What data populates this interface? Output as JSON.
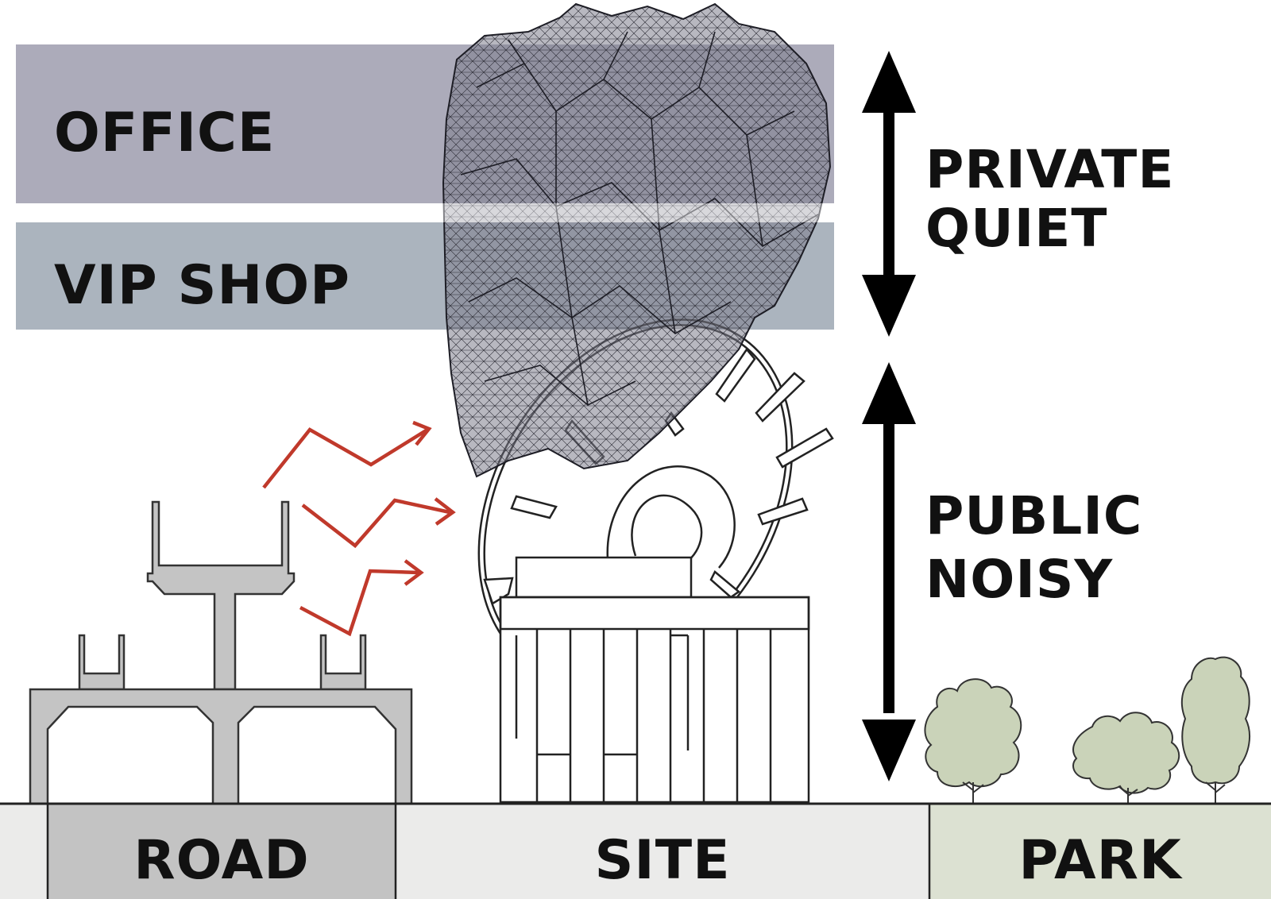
{
  "colors": {
    "office_band": "#a8a7b6",
    "vip_band": "#a6b0bb",
    "road_ground": "#c3c3c3",
    "site_ground": "#ebebea",
    "park_ground": "#dce1d2",
    "noise_arrow": "#c0392b",
    "tree_fill": "#cad3b9",
    "mesh_fill": "#7e7d8c",
    "concrete": "#c4c4c4"
  },
  "program_bands": {
    "office": {
      "label": "OFFICE"
    },
    "vip_shop": {
      "label": "VIP SHOP"
    }
  },
  "zones": {
    "private": {
      "line1": "PRIVATE",
      "line2": "QUIET",
      "arrow_icon": "double-arrow-icon"
    },
    "public": {
      "line1": "PUBLIC",
      "line2": "NOISY",
      "arrow_icon": "double-arrow-icon"
    }
  },
  "ground": {
    "road": {
      "label": "ROAD"
    },
    "site": {
      "label": "SITE"
    },
    "park": {
      "label": "PARK"
    }
  },
  "elements": {
    "noise_arrows": {
      "count": 3,
      "icon": "zigzag-arrow-icon"
    },
    "trees": {
      "count": 3,
      "icon": "tree-icon"
    },
    "rock_mass": {
      "icon": "rock-mesh-icon"
    },
    "disc": {
      "icon": "disc-icon"
    },
    "podium": {
      "icon": "building-icon"
    },
    "overpass": {
      "icon": "overpass-icon"
    }
  }
}
